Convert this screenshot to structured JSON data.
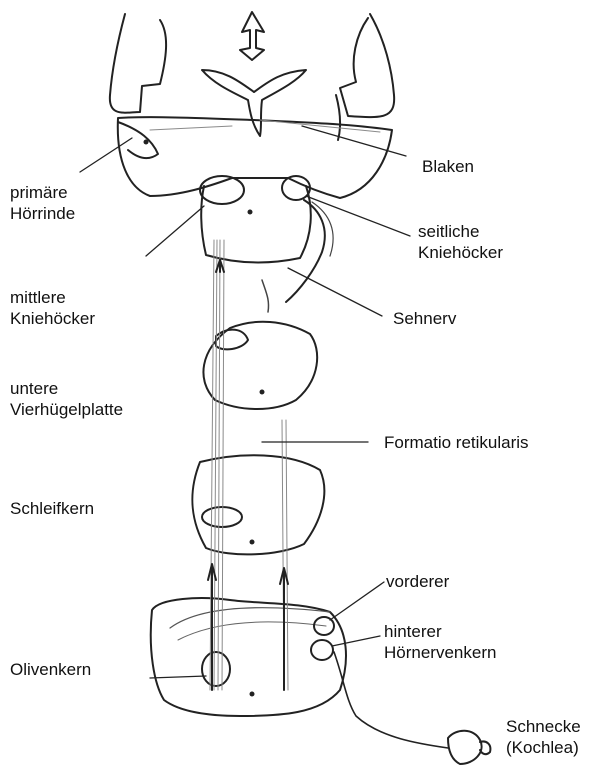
{
  "labels": {
    "primaere_hoerrinde": [
      "primäre",
      "Hörrinde"
    ],
    "mittlere_kniehoecker": [
      "mittlere",
      "Kniehöcker"
    ],
    "untere_vierhuegelplatte": [
      "untere",
      "Vierhügelplatte"
    ],
    "schleifkern": [
      "Schleifkern"
    ],
    "olivenkern": [
      "Olivenkern"
    ],
    "blaken": [
      "Blaken"
    ],
    "seitliche_kniehoecker": [
      "seitliche",
      "Kniehöcker"
    ],
    "sehnerv": [
      "Sehnerv"
    ],
    "formatio_retikularis": [
      "Formatio retikularis"
    ],
    "vorderer": [
      "vorderer"
    ],
    "hinterer_hoernervenkern": [
      "hinterer",
      "Hörnervenkern"
    ],
    "schnecke": [
      "Schnecke",
      "(Kochlea)"
    ]
  },
  "colors": {
    "ink": "#222222",
    "fibers": "#8a8a8a",
    "background": "#ffffff"
  }
}
